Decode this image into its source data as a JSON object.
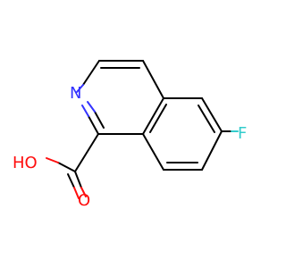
{
  "molecule": {
    "colors": {
      "bond": "#000000",
      "nitrogen": "#3333FF",
      "oxygen": "#FF0D0D",
      "fluorine": "#33CCCC",
      "background": "#FFFFFF"
    },
    "atoms": {
      "nitrogen": "N",
      "hydroxyl": "HO",
      "carbonyl_oxygen": "O",
      "fluorine": "F"
    }
  }
}
